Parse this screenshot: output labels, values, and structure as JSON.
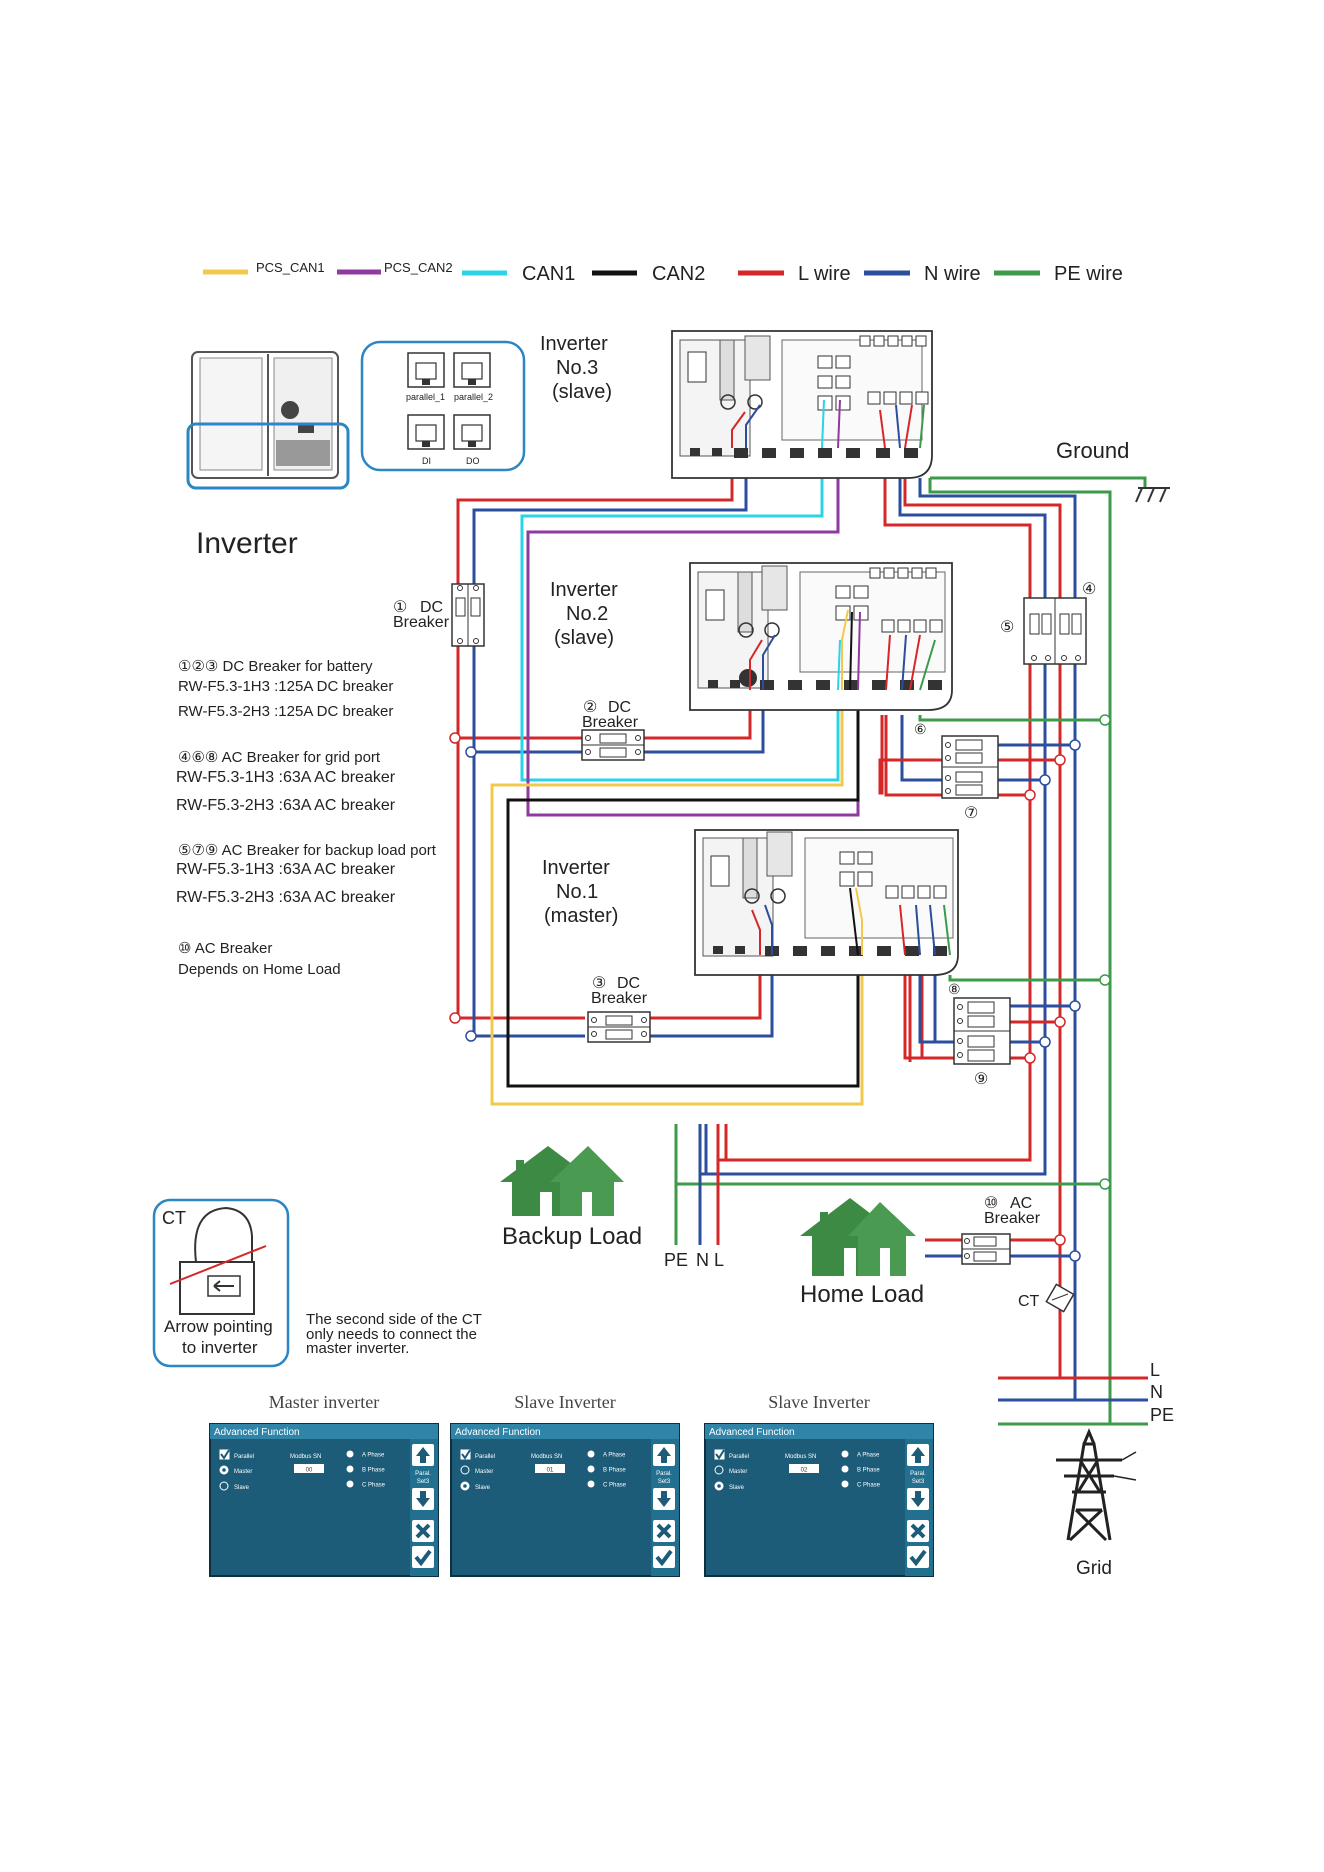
{
  "colors": {
    "pcs_can1": "#f2c94c",
    "pcs_can2": "#8e3a9e",
    "can1": "#2ad4e6",
    "can2": "#111111",
    "l_wire": "#d62728",
    "n_wire": "#2b4f9c",
    "pe_wire": "#3c9a4a",
    "screen_bg": "#1c5c78",
    "screen_header": "#2f84a8",
    "house": "#3d8a45",
    "panel_border": "#2c86c4"
  },
  "legend": [
    {
      "label": "PCS_CAN1",
      "color": "#f2c94c"
    },
    {
      "label": "PCS_CAN2",
      "color": "#8e3a9e"
    },
    {
      "label": "CAN1",
      "color": "#2ad4e6"
    },
    {
      "label": "CAN2",
      "color": "#111111"
    },
    {
      "label": "L wire",
      "color": "#d62728"
    },
    {
      "label": "N wire",
      "color": "#2b4f9c"
    },
    {
      "label": "PE wire",
      "color": "#3c9a4a"
    }
  ],
  "inverter_panel": {
    "title": "Inverter",
    "ports": [
      "parallel_1",
      "parallel_2",
      "DI",
      "DO"
    ]
  },
  "inverters": [
    {
      "line1": "Inverter",
      "line2": "No.3",
      "line3": "(slave)"
    },
    {
      "line1": "Inverter",
      "line2": "No.2",
      "line3": "(slave)"
    },
    {
      "line1": "Inverter",
      "line2": "No.1",
      "line3": "(master)"
    }
  ],
  "ground_label": "Ground",
  "dc_breakers": [
    {
      "num": "①",
      "line1": "DC",
      "line2": "Breaker"
    },
    {
      "num": "②",
      "line1": "DC",
      "line2": "Breaker"
    },
    {
      "num": "③",
      "line1": "DC",
      "line2": "Breaker"
    }
  ],
  "notes": {
    "dc_title": "①②③  DC Breaker for battery",
    "dc_1h3": "RW-F5.3-1H3 :125A DC breaker",
    "dc_2h3": "RW-F5.3-2H3 :125A DC breaker",
    "grid_title": "④⑥⑧  AC Breaker for grid port",
    "grid_1h3": "RW-F5.3-1H3 :63A AC breaker",
    "grid_2h3": "RW-F5.3-2H3 :63A AC breaker",
    "backup_title": "⑤⑦⑨  AC Breaker for backup load port",
    "backup_1h3": "RW-F5.3-1H3 :63A AC breaker",
    "backup_2h3": "RW-F5.3-2H3 :63A AC breaker",
    "home_title": "⑩  AC Breaker",
    "home_sub": "Depends on Home Load"
  },
  "ac_breaker_nums": {
    "n4": "④",
    "n5": "⑤",
    "n6": "⑥",
    "n7": "⑦",
    "n8": "⑧",
    "n9": "⑨"
  },
  "home_breaker": {
    "num": "⑩",
    "line1": "AC",
    "line2": "Breaker"
  },
  "backup_load": {
    "label": "Backup Load",
    "pe": "PE",
    "n": "N",
    "l": "L"
  },
  "home_load": {
    "label": "Home Load"
  },
  "ct_box": {
    "title": "CT",
    "line1": "Arrow pointing",
    "line2": "to inverter"
  },
  "ct_note": {
    "line1": "The second side of the CT",
    "line2": "only needs to connect the",
    "line3": "master inverter."
  },
  "ct_label": "CT",
  "grid_lines": {
    "l": "L",
    "n": "N",
    "pe": "PE"
  },
  "grid_label": "Grid",
  "screens": [
    {
      "caption": "Master inverter",
      "header": "Advanced Function",
      "parallel": "Parallel",
      "master": "Master",
      "slave": "Slave",
      "modbus": "Modbus SN",
      "modbus_val": "00",
      "a_phase": "A Phase",
      "b_phase": "B Phase",
      "c_phase": "C Phase",
      "side1": "Paral.",
      "side2": "Set3",
      "selected": "master"
    },
    {
      "caption": "Slave Inverter",
      "header": "Advanced Function",
      "parallel": "Parallel",
      "master": "Master",
      "slave": "Slave",
      "modbus": "Modbus SN",
      "modbus_val": "01",
      "a_phase": "A Phase",
      "b_phase": "B Phase",
      "c_phase": "C Phase",
      "side1": "Paral.",
      "side2": "Set3",
      "selected": "slave"
    },
    {
      "caption": "Slave Inverter",
      "header": "Advanced Function",
      "parallel": "Parallel",
      "master": "Master",
      "slave": "Slave",
      "modbus": "Modbus SN",
      "modbus_val": "02",
      "a_phase": "A Phase",
      "b_phase": "B Phase",
      "c_phase": "C Phase",
      "side1": "Paral.",
      "side2": "Set3",
      "selected": "slave"
    }
  ]
}
